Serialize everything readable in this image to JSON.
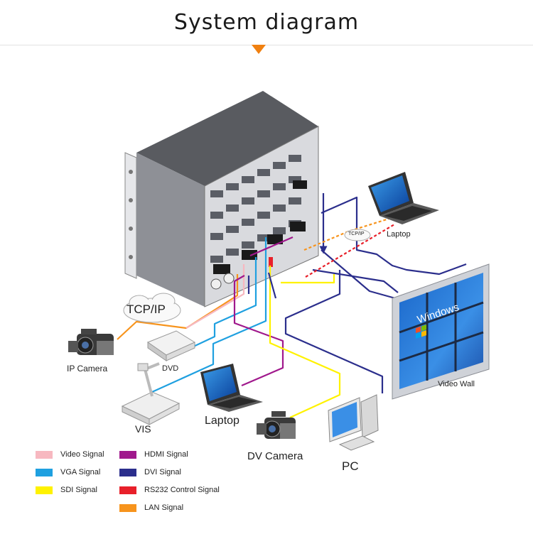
{
  "title": "System diagram",
  "nodes": {
    "tcpip_cloud": "TCP/IP",
    "tcpip_small": "TCP/IP",
    "laptop_top": "Laptop",
    "ip_camera": "IP Camera",
    "dvd": "DVD",
    "vis": "VIS",
    "laptop_bottom": "Laptop",
    "dv_camera": "DV Camera",
    "pc": "PC",
    "video_wall": "Video Wall",
    "wall_screen_text": "Windows"
  },
  "legend": [
    {
      "label": "Video Signal",
      "color": "#f7b8c0"
    },
    {
      "label": "VGA Signal",
      "color": "#1fa0e0"
    },
    {
      "label": "SDI Signal",
      "color": "#fff200"
    },
    {
      "label": "HDMI Signal",
      "color": "#a0188c"
    },
    {
      "label": "DVI Signal",
      "color": "#2b2e8c"
    },
    {
      "label": "RS232 Control Signal",
      "color": "#e8202a"
    },
    {
      "label": "LAN Signal",
      "color": "#f7941d"
    }
  ],
  "colors": {
    "accent": "#f08010"
  }
}
